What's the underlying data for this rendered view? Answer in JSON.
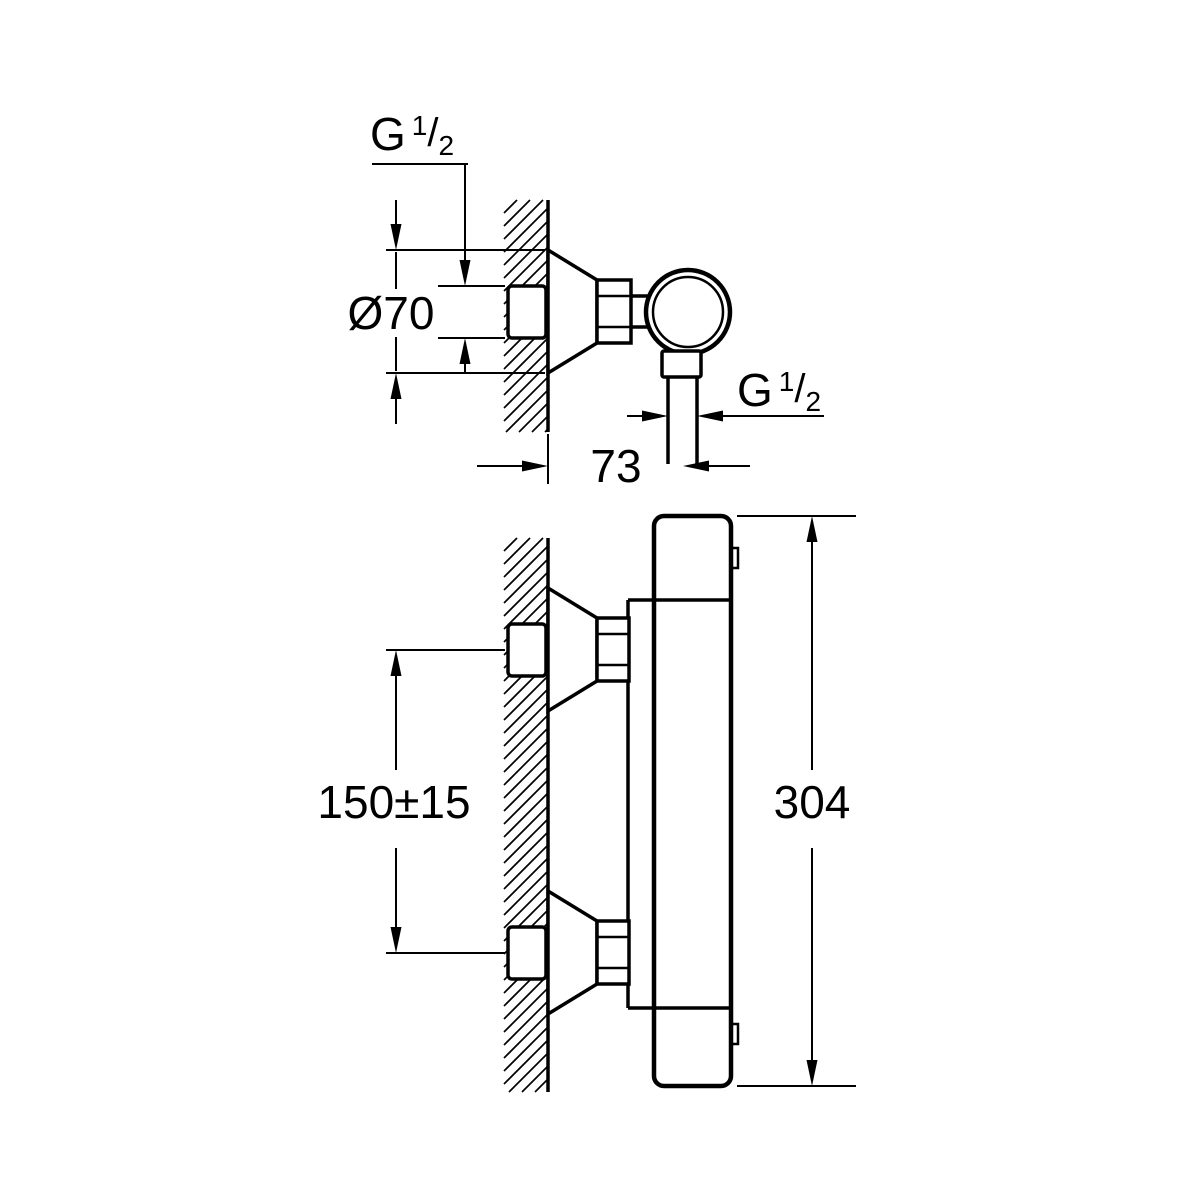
{
  "meta": {
    "background_color": "#ffffff",
    "line_color": "#000000",
    "drawing_type": "technical dimension drawing of wall-mounted thermostatic shower mixer"
  },
  "top_view": {
    "wall_thread": {
      "prefix": "G",
      "numerator": "1",
      "slash": "/",
      "denominator": "2"
    },
    "escutcheon_diameter": "Ø70",
    "wall_to_outlet_depth": "73",
    "outlet_thread": {
      "prefix": "G",
      "numerator": "1",
      "slash": "/",
      "denominator": "2"
    }
  },
  "front_view": {
    "connection_spacing": "150±15",
    "overall_height": "304"
  }
}
